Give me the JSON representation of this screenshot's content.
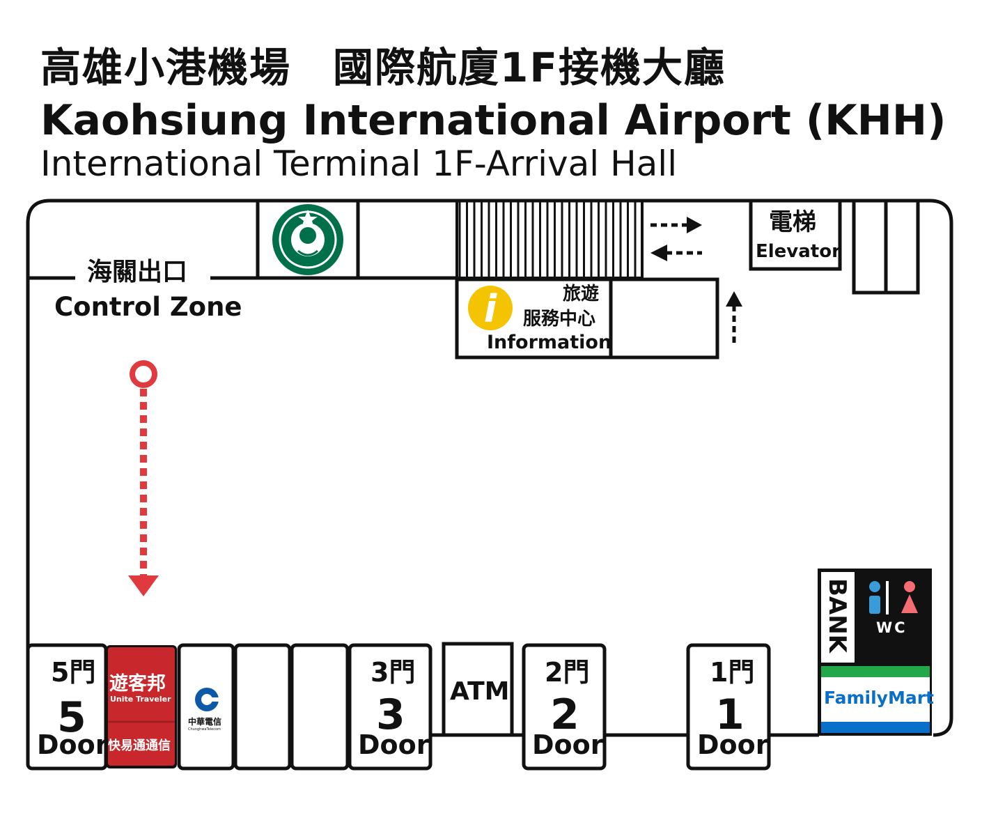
{
  "header": {
    "title_zh": "高雄小港機場　國際航廈1F接機大廳",
    "title_en": "Kaohsiung International Airport (KHH)",
    "subtitle_en": "International Terminal 1F-Arrival Hall"
  },
  "zones": {
    "control_zone_zh": "海關出口",
    "control_zone_en": "Control Zone",
    "info_zh_1": "旅遊",
    "info_zh_2": "服務中心",
    "info_en": "Information",
    "elevator_zh": "電梯",
    "elevator_en": "Elevator",
    "bank": "BANK",
    "wc": "WC",
    "familymart": "FamilyMart",
    "atm": "ATM"
  },
  "doors": [
    {
      "zh": "5門",
      "num": "5",
      "en": "Door"
    },
    {
      "zh": "3門",
      "num": "3",
      "en": "Door"
    },
    {
      "zh": "2門",
      "num": "2",
      "en": "Door"
    },
    {
      "zh": "1門",
      "num": "1",
      "en": "Door"
    }
  ],
  "shops": {
    "unite_zh": "遊客邦",
    "unite_en": "Unite Traveler",
    "kuaiyi": "快易通通信",
    "cht_zh": "中華電信",
    "cht_en": "ChunghwaTelecom"
  },
  "colors": {
    "route_red": "#e03a3e",
    "starbucks_green": "#00704a",
    "info_yellow": "#f5c400",
    "unite_red": "#c8282c",
    "cht_blue": "#0a5aa8",
    "familymart_blue": "#0a6fc9",
    "familymart_green": "#22a84a",
    "wc_male": "#3a9bd9",
    "wc_female": "#f36d73"
  }
}
